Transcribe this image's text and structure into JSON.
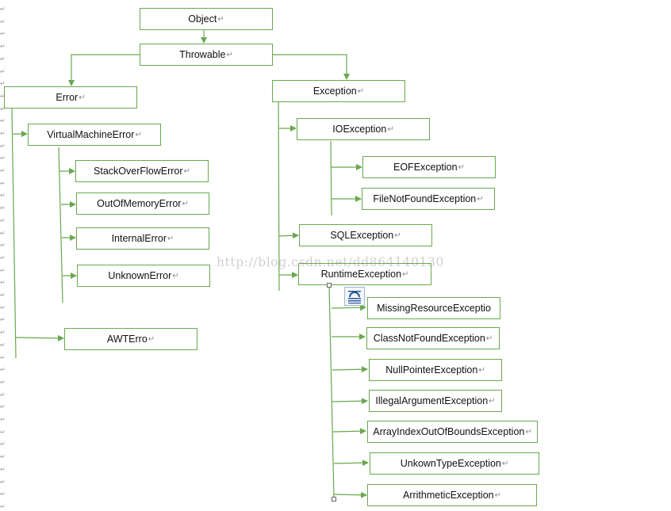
{
  "nodes": [
    {
      "id": "object",
      "label": "Object"
    },
    {
      "id": "throwable",
      "label": "Throwable"
    },
    {
      "id": "error",
      "label": "Error"
    },
    {
      "id": "exception",
      "label": "Exception"
    },
    {
      "id": "vme",
      "label": "VirtualMachineError"
    },
    {
      "id": "soe",
      "label": "StackOverFlowError"
    },
    {
      "id": "oome",
      "label": "OutOfMemoryError"
    },
    {
      "id": "ie",
      "label": "InternalError"
    },
    {
      "id": "ue",
      "label": "UnknownError"
    },
    {
      "id": "awt",
      "label": "AWTErro"
    },
    {
      "id": "ioe",
      "label": "IOException"
    },
    {
      "id": "eof",
      "label": "EOFException"
    },
    {
      "id": "fnf",
      "label": "FileNotFoundException"
    },
    {
      "id": "sql",
      "label": "SQLException"
    },
    {
      "id": "rte",
      "label": "RuntimeException"
    },
    {
      "id": "mre",
      "label": "MissingResourceExceptio"
    },
    {
      "id": "cnf",
      "label": "ClassNotFoundException"
    },
    {
      "id": "npe",
      "label": "NullPointerException"
    },
    {
      "id": "iae",
      "label": "IllegalArgumentException"
    },
    {
      "id": "aioobe",
      "label": "ArrayIndexOutOfBoundsException"
    },
    {
      "id": "ute",
      "label": "UnkownTypeException"
    },
    {
      "id": "ae",
      "label": "ArrithmeticException"
    }
  ],
  "paragraph_mark": "↵",
  "watermark": "http://blog.csdn.net/dd864140130",
  "colors": {
    "line": "#6aa84f",
    "border": "#6aa84f",
    "text": "#111111"
  }
}
